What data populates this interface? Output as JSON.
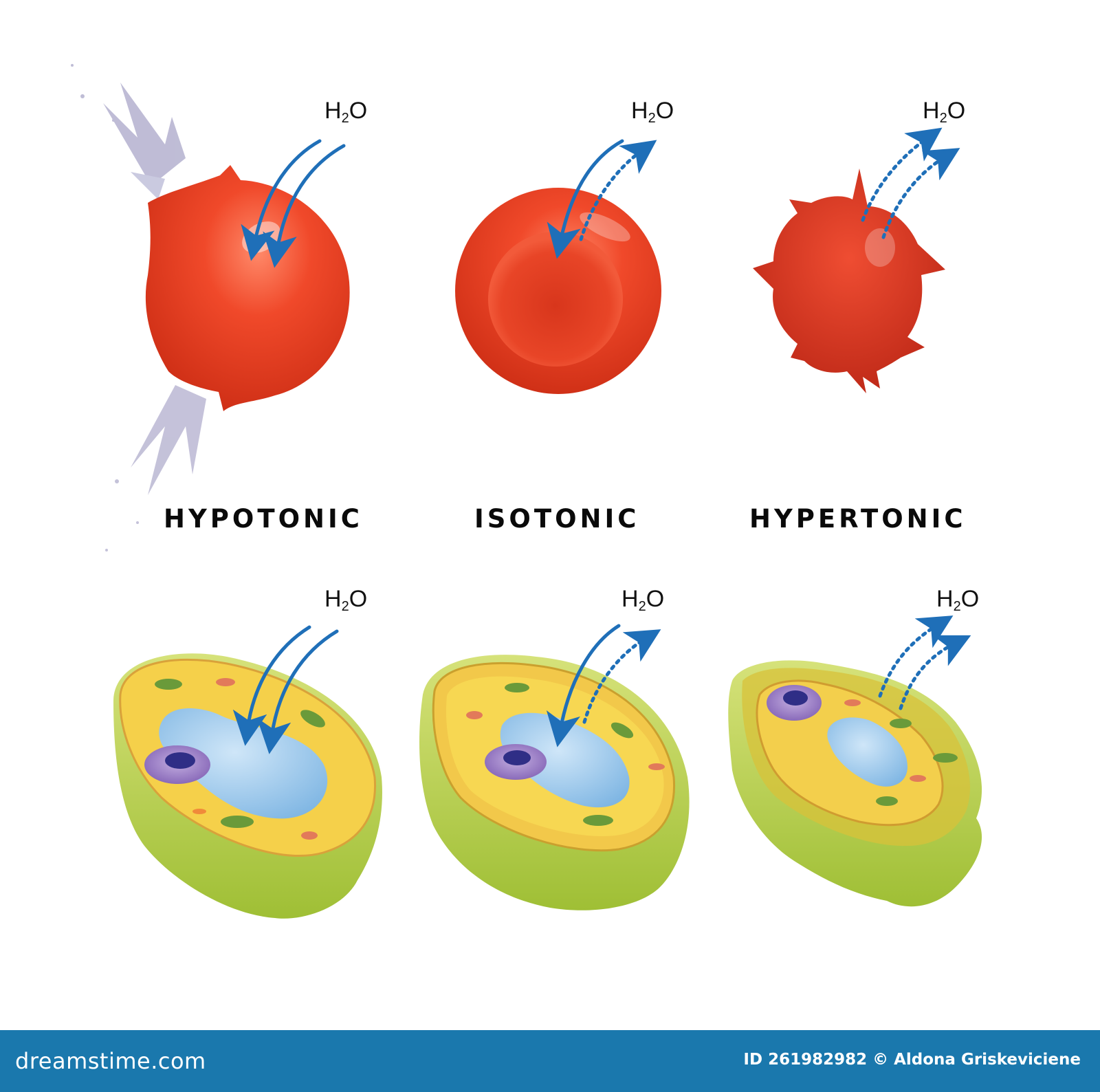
{
  "labels": {
    "hypotonic": "HYPOTONIC",
    "isotonic": "ISOTONIC",
    "hypertonic": "HYPERTONIC"
  },
  "water": {
    "prefix": "H",
    "subscript": "2",
    "suffix": "O"
  },
  "footer": {
    "brand": "dreamstime.com",
    "id_text": "ID 261982982 © Aldona Griskeviciene"
  },
  "colors": {
    "red_cell": "#e53b1f",
    "arrow_blue": "#1f6fb8",
    "cytoplasm": "#f7d54e",
    "vacuole": "#8fc3ea",
    "cell_wall": "#b8cf4a",
    "nucleus": "#9a7fc4",
    "footer_bg": "#1a78ad"
  }
}
